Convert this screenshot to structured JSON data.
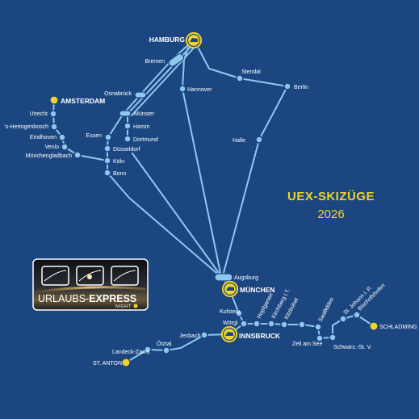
{
  "title": "UEX-SKIZÜGE",
  "year": "2026",
  "colors": {
    "background": "#1c4680",
    "line": "#8fc8ef",
    "hub": "#f2d32a",
    "text": "#ffffff"
  },
  "logo": {
    "word_regular": "URLAUBS-",
    "word_bold": "EXPRESS",
    "tagline": "NIGHT"
  },
  "stations": {
    "hamburg": "HAMBURG",
    "bremen": "Bremen",
    "stendal": "Stendal",
    "berlin": "Berlin",
    "hannover": "Hannover",
    "osnabrueck": "Osnabrück",
    "muenster": "Münster",
    "hamm": "Hamm",
    "dortmund": "Dortmund",
    "essen": "Essen",
    "duesseldorf": "Düsseldorf",
    "koeln": "Köln",
    "bonn": "Bonn",
    "halle": "Halle",
    "amsterdam": "AMSTERDAM",
    "utrecht": "Utrecht",
    "hertogenbosch": "'s-Hertogenbosch",
    "eindhoven": "Eindhoven",
    "venlo": "Venlo",
    "moenchengladbach": "Mönchengladbach",
    "augsburg": "Augsburg",
    "muenchen": "MÜNCHEN",
    "kufstein": "Kufstein",
    "woergl": "Wörgl",
    "hopfgarten": "Hopfgarten",
    "kirchberg": "Kirchberg i.T.",
    "kitzbuehel": "Kitzbühel",
    "saalfelden": "Saalfelden",
    "zell": "Zell am See",
    "schwarzach": "Schwarz.-St. V.",
    "stjohann": "St. Johann i. P.",
    "bischofshofen": "Bischofshofen",
    "schladming": "SCHLADMING",
    "innsbruck": "INNSBRUCK",
    "jenbach": "Jenbach",
    "oetztal": "Ötztal",
    "landeck": "Landeck-Zams",
    "stanton": "ST. ANTON"
  }
}
